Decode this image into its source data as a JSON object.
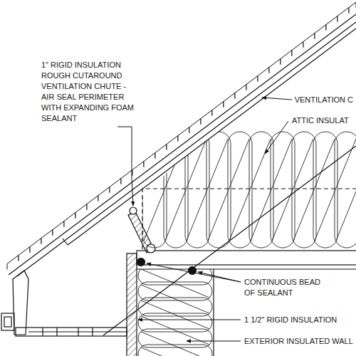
{
  "diagram": {
    "labels": [
      "1\" RIGID INSULATION ROUGH CUTAROUND VENTILATION CHUTE - AIR SEAL PERIMETER WITH EXPANDING FOAM SEALANT",
      "VENTILATION C",
      "ATTIC INSULAT",
      "CONTINUOUS BEAD OF SEALANT",
      "1 1/2\" RIGID INSULATION",
      "EXTERIOR INSULATED WALL"
    ]
  }
}
